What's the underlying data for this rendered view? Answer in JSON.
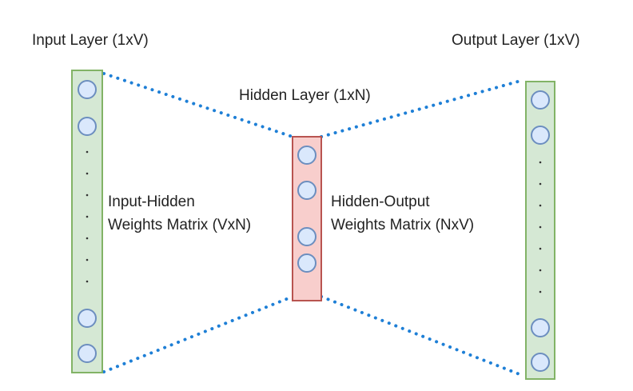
{
  "diagram": {
    "input_layer_label": "Input Layer (1xV)",
    "output_layer_label": "Output Layer (1xV)",
    "hidden_layer_label": "Hidden Layer (1xN)",
    "input_hidden_weights": {
      "line1": "Input-Hidden",
      "line2": "Weights Matrix (VxN)"
    },
    "hidden_output_weights": {
      "line1": "Hidden-Output",
      "line2": "Weights Matrix (NxV)"
    }
  },
  "colors": {
    "layer_fill_green": "#d5e8d4",
    "layer_stroke_green": "#82b366",
    "layer_fill_red": "#f8cecc",
    "layer_stroke_red": "#b85450",
    "node_fill": "#dae8fc",
    "node_stroke": "#6c8ebf",
    "connector_dots": "#1e7fd6",
    "text": "#222222"
  }
}
